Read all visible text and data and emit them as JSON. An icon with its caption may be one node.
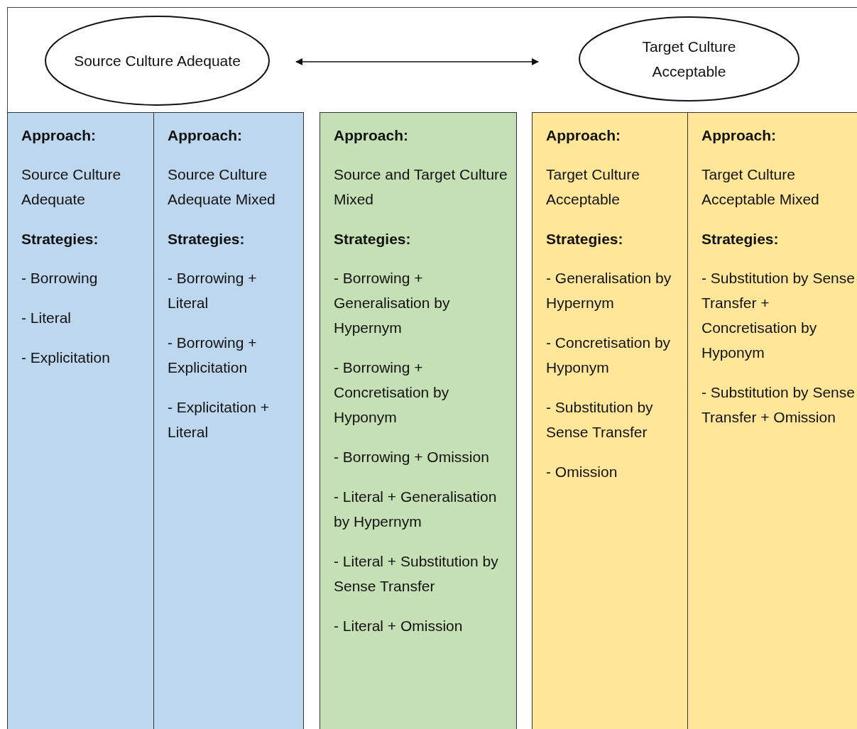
{
  "diagram": {
    "nodes": [
      {
        "text": [
          "Source Culture Adequate"
        ]
      },
      {
        "text": [
          "Target Culture Acceptable"
        ]
      },
      {
        "text": [
          "Approach:",
          "Source Culture Adequate",
          "Strategies:",
          "- Borrowing",
          "- Literal",
          "- Explicitation"
        ]
      },
      {
        "text": [
          "Approach:",
          "Source Culture Adequate Mixed",
          "Strategies:",
          "- Borrowing + Literal",
          "- Borrowing + Explicitation",
          "- Explicitation + Literal"
        ]
      },
      {
        "text": [
          "Approach:",
          "Source and Target Culture Mixed",
          "Strategies:",
          "- Borrowing + Generalisation by Hypernym",
          "- Borrowing + Concretisation by Hyponym",
          "- Borrowing + Omission",
          "- Literal + Generalisation by Hypernym",
          "- Literal + Substitution by Sense Transfer",
          "- Literal + Omission"
        ]
      },
      {
        "text": [
          "Approach:",
          "Target Culture Acceptable",
          "Strategies:",
          "- Generalisation by Hypernym",
          "- Concretisation by Hyponym",
          "- Substitution by Sense Transfer",
          "- Omission"
        ]
      },
      {
        "text": [
          "Approach:",
          "Target Culture Acceptable Mixed",
          "Strategies:",
          "- Substitution by Sense Transfer + Concretisation by Hyponym",
          "- Substitution by Sense Transfer + Omission"
        ]
      }
    ],
    "edges": [
      {
        "from": 0,
        "to": 1,
        "arrow": "both"
      }
    ]
  }
}
